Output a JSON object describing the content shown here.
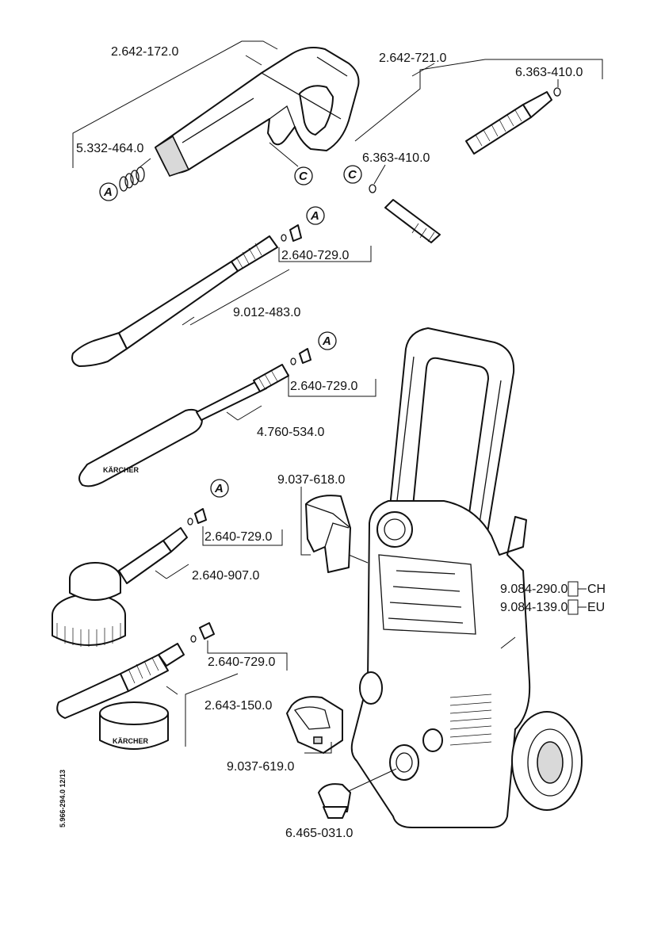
{
  "doc_code": "5.966-294.0  12/13",
  "part_numbers": {
    "gun": "2.642-172.0",
    "gun_seal": "5.332-464.0",
    "hose": "2.642-721.0",
    "hose_oring_top": "6.363-410.0",
    "hose_oring_bottom": "6.363-410.0",
    "lance1_nozzle": "2.640-729.0",
    "lance1": "9.012-483.0",
    "lance2_nozzle": "2.640-729.0",
    "lance2": "4.760-534.0",
    "brush_nozzle": "2.640-729.0",
    "brush": "2.640-907.0",
    "foam_nozzle": "2.640-729.0",
    "foam": "2.643-150.0",
    "holder_top": "9.037-618.0",
    "holder_bottom": "9.037-619.0",
    "coupling": "6.465-031.0",
    "machine_ch": "9.084-290.0",
    "machine_eu": "9.084-139.0"
  },
  "region_suffix": {
    "ch": "CH",
    "eu": "EU"
  },
  "markers": {
    "a": "A",
    "c": "C"
  },
  "brand_print": "KÄRCHER",
  "colors": {
    "ink": "#111111",
    "paper": "#ffffff",
    "shade": "#d9d9d9"
  }
}
